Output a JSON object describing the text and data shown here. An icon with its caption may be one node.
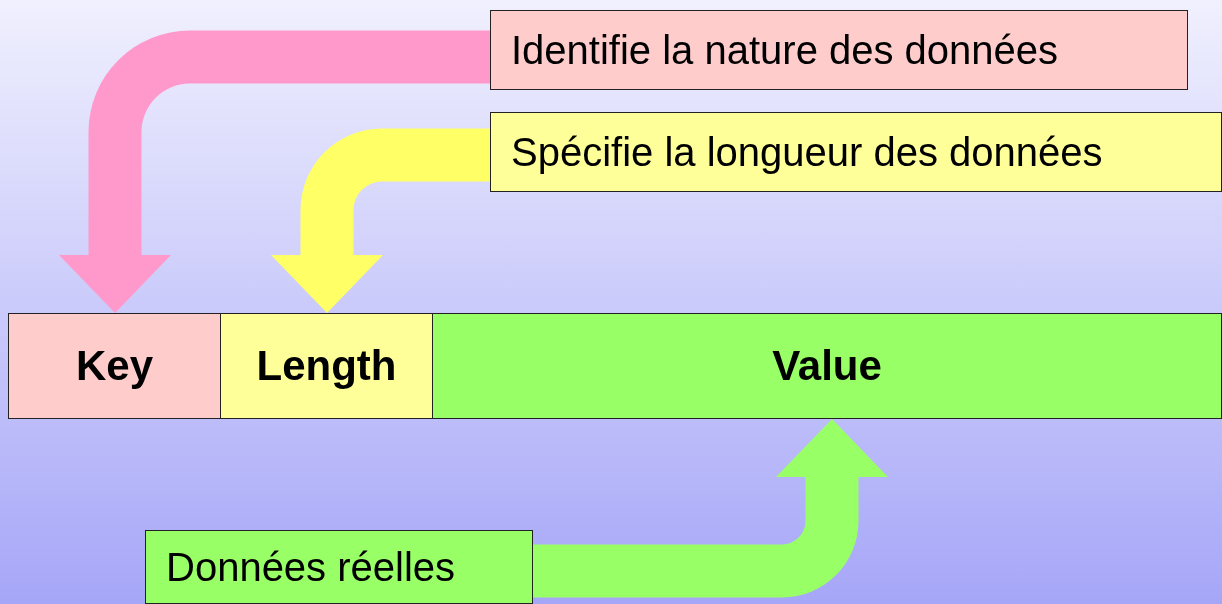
{
  "diagram": {
    "nodes": [
      {
        "text": [
          "Identifie la nature des données"
        ]
      },
      {
        "text": [
          "Spécifie la longueur des données"
        ]
      },
      {
        "text": [
          "Key"
        ]
      },
      {
        "text": [
          "Length"
        ]
      },
      {
        "text": [
          "Value"
        ]
      },
      {
        "text": [
          "Données réelles"
        ]
      }
    ],
    "edges": [
      {
        "from": 0,
        "to": 2,
        "arrow": "to",
        "style": "thick",
        "color": "#ff99cc"
      },
      {
        "from": 1,
        "to": 3,
        "arrow": "to",
        "style": "thick",
        "color": "#ffff66"
      },
      {
        "from": 5,
        "to": 4,
        "arrow": "to",
        "style": "thick",
        "color": "#99ff66"
      }
    ]
  }
}
